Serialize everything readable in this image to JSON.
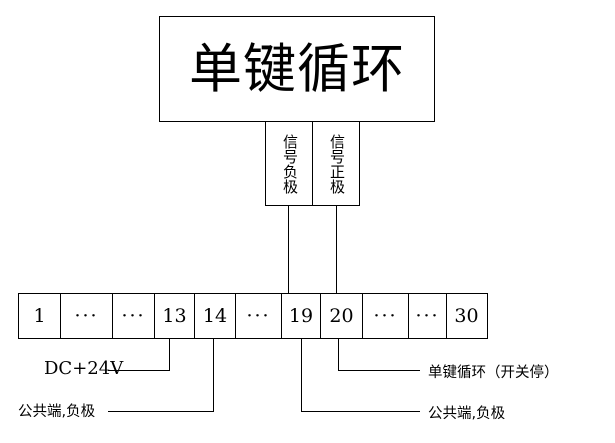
{
  "diagram": {
    "title": "单键循环",
    "module": {
      "label": "单键循环"
    },
    "signal_terminals": [
      {
        "name": "signal-negative",
        "label": "信号负极"
      },
      {
        "name": "signal-positive",
        "label": "信号正极"
      }
    ],
    "terminal_strip": {
      "cells": [
        {
          "label": "1",
          "type": "number"
        },
        {
          "label": "···",
          "type": "ellipsis"
        },
        {
          "label": "···",
          "type": "ellipsis"
        },
        {
          "label": "13",
          "type": "number"
        },
        {
          "label": "14",
          "type": "number"
        },
        {
          "label": "···",
          "type": "ellipsis"
        },
        {
          "label": "19",
          "type": "number"
        },
        {
          "label": "20",
          "type": "number"
        },
        {
          "label": "···",
          "type": "ellipsis"
        },
        {
          "label": "···",
          "type": "ellipsis"
        },
        {
          "label": "30",
          "type": "number"
        }
      ]
    },
    "callouts": [
      {
        "name": "dc-24v",
        "label": "DC+24V",
        "terminal": "13"
      },
      {
        "name": "common-negative-left",
        "label": "公共端,负极",
        "terminal": "14"
      },
      {
        "name": "one-key-cycle",
        "label": "单键循环（开关停）",
        "terminal": "20"
      },
      {
        "name": "common-negative-right",
        "label": "公共端,负极",
        "terminal": "19"
      }
    ],
    "colors": {
      "line": "#000000",
      "background": "#ffffff",
      "text": "#000000"
    }
  }
}
